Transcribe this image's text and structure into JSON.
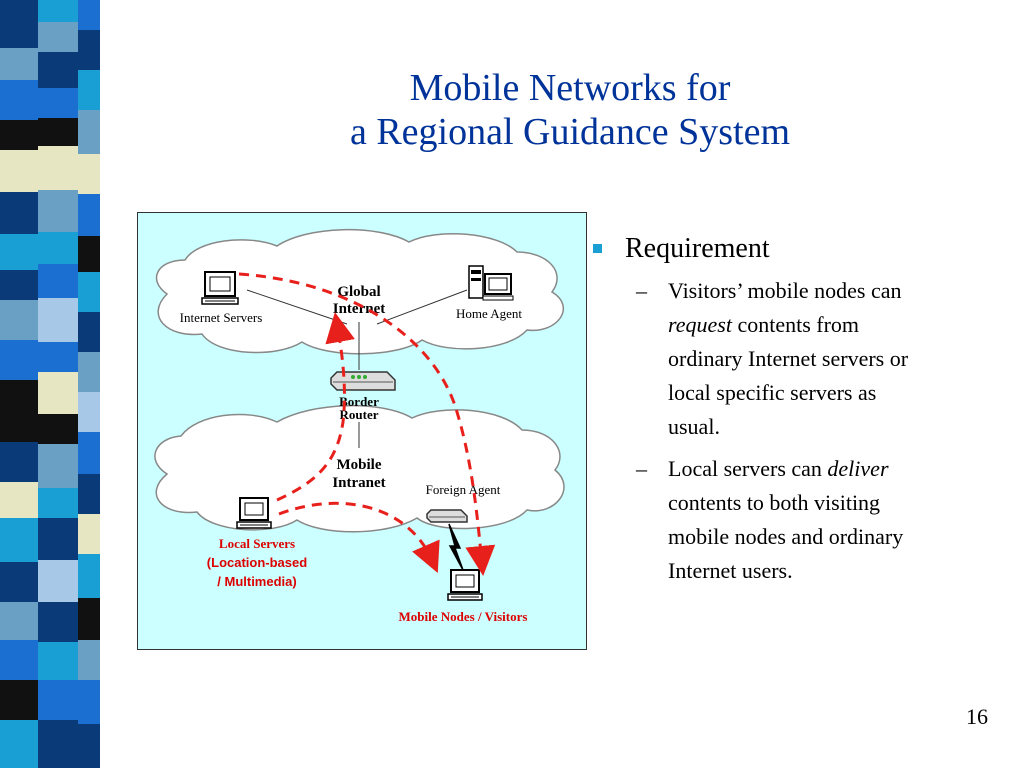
{
  "slide": {
    "title_line1": "Mobile Networks for",
    "title_line2": "a Regional Guidance System",
    "page_number": "16"
  },
  "diagram": {
    "global_internet_l1": "Global",
    "global_internet_l2": "Internet",
    "internet_servers": "Internet Servers",
    "home_agent": "Home Agent",
    "border_router_l1": "Border",
    "border_router_l2": "Router",
    "mobile_intranet_l1": "Mobile",
    "mobile_intranet_l2": "Intranet",
    "foreign_agent": "Foreign Agent",
    "local_servers_l1": "Local Servers",
    "local_servers_l2": "(Location-based",
    "local_servers_l3": "/ Multimedia)",
    "mobile_nodes": "Mobile Nodes / Visitors"
  },
  "bullets": {
    "requirement": "Requirement",
    "item1": {
      "l1": "Visitors’ mobile nodes can",
      "l2_em": "request",
      "l2_rest": " contents from",
      "l3": "ordinary Internet servers or",
      "l4": "local specific servers as",
      "l5": "usual."
    },
    "item2": {
      "l1_pre": "Local servers can ",
      "l1_em": "deliver",
      "l2": "contents to both visiting",
      "l3": "mobile nodes and ordinary",
      "l4": "Internet users."
    },
    "dash": "–"
  },
  "colors": {
    "title": "#003399",
    "bullet_marker": "#1a9fd4",
    "diagram_bg": "#ccffff",
    "arrow": "#e8201c",
    "red_label": "#dd0000"
  }
}
